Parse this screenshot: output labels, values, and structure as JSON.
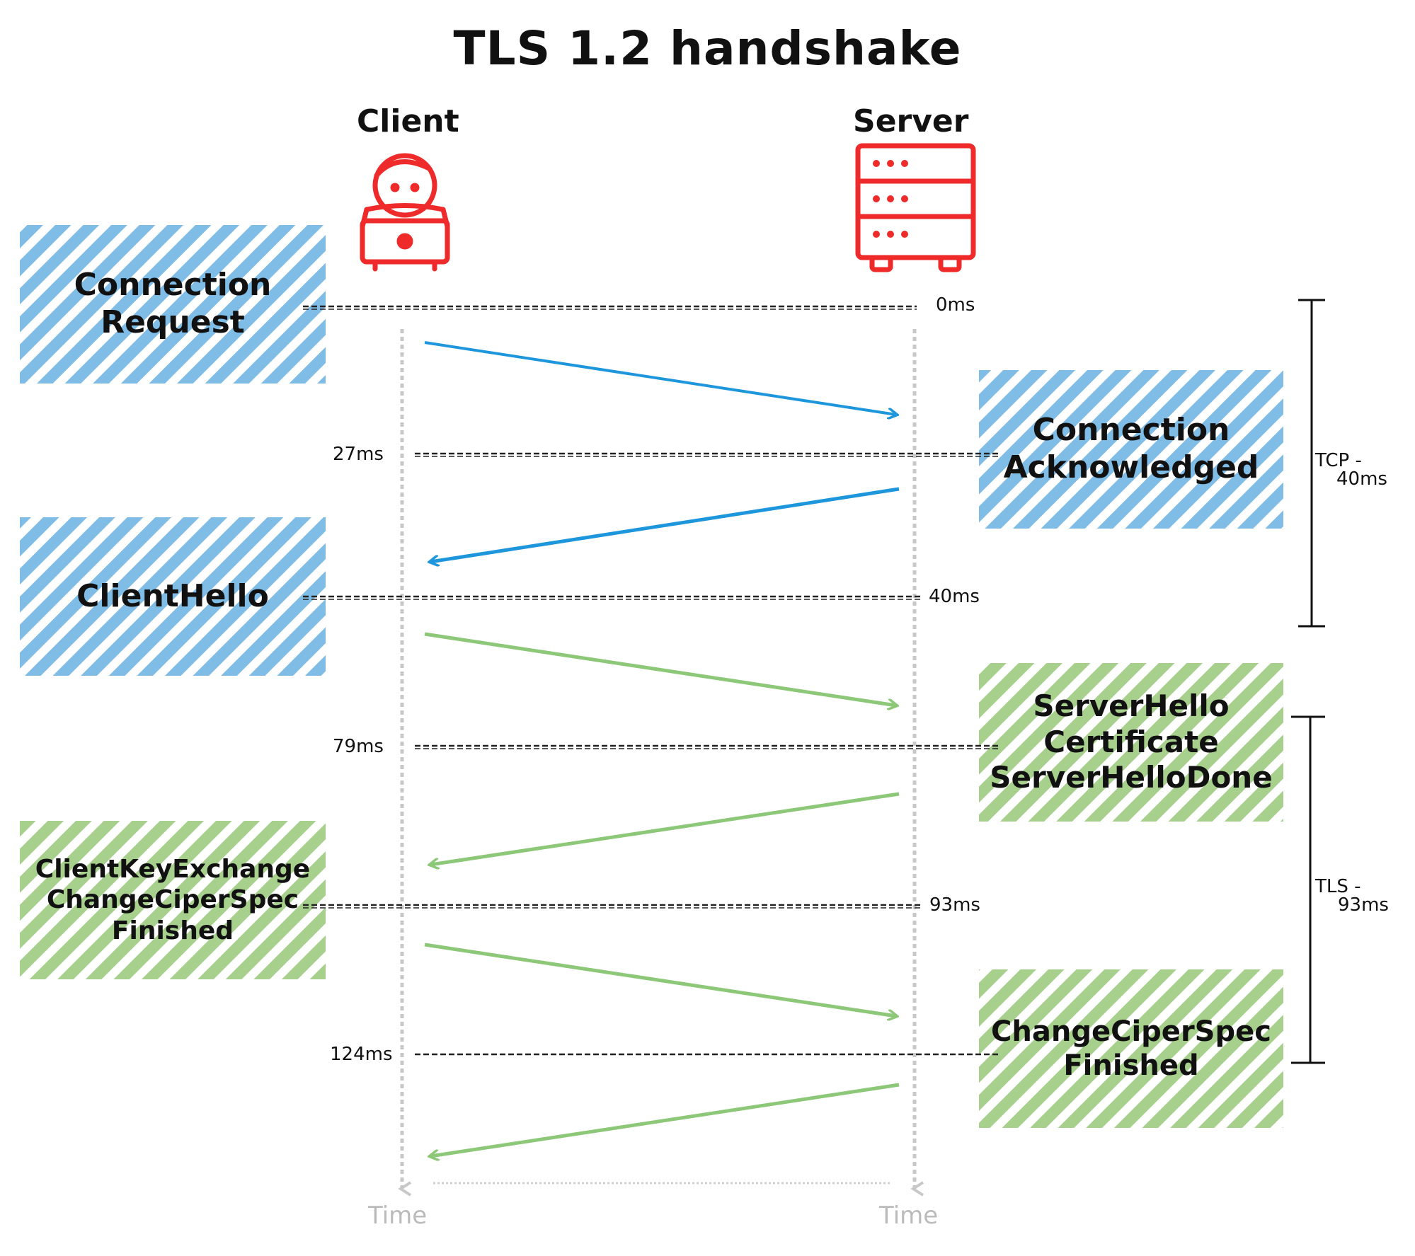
{
  "title": "TLS 1.2 handshake",
  "actors": {
    "client": {
      "label": "Client",
      "icon": "person-with-laptop-icon"
    },
    "server": {
      "label": "Server",
      "icon": "server-rack-icon"
    }
  },
  "timeline": {
    "client_axis_label": "Time",
    "server_axis_label": "Time"
  },
  "time_marks": [
    "0ms",
    "27ms",
    "40ms",
    "79ms",
    "93ms",
    "124ms"
  ],
  "boxes": {
    "connection_request": "Connection\nRequest",
    "connection_acknowledged": "Connection\nAcknowledged",
    "client_hello": "ClientHello",
    "server_hello": "ServerHello\nCertificate\nServerHelloDone",
    "client_key_exchange": "ClientKeyExchange\nChangeCiperSpec\nFinished",
    "server_change_cipher": "ChangeCiperSpec\nFinished"
  },
  "phases": {
    "tcp": {
      "line1": "TCP -",
      "line2": "40ms"
    },
    "tls": {
      "line1": "TLS -",
      "line2": "93ms"
    }
  },
  "colors": {
    "tcp_phase": "#7fbce6",
    "tls_phase": "#a8d08d",
    "tcp_arrow": "#1e96dc",
    "tls_arrow": "#8cc878",
    "actor_icon": "#ee2a2a",
    "timeline": "#c8c8c8"
  }
}
